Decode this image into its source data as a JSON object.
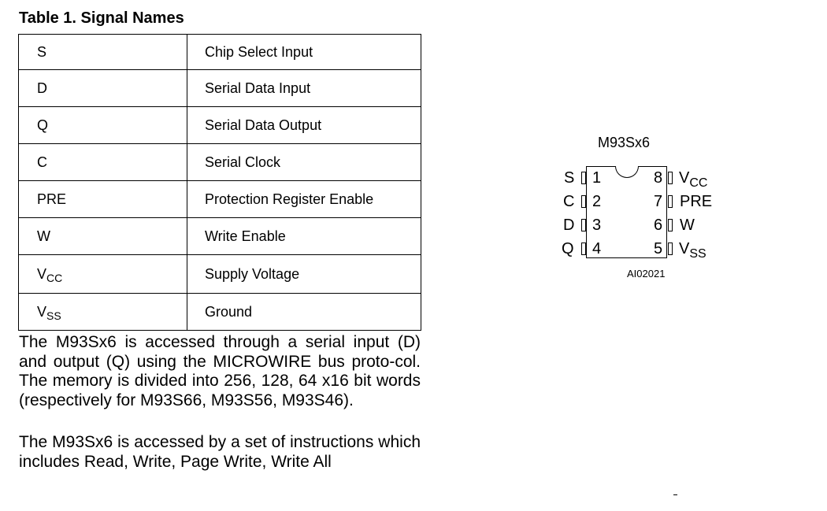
{
  "table": {
    "title": "Table 1. Signal Names",
    "rows": [
      {
        "signal": "S",
        "description": "Chip Select Input"
      },
      {
        "signal": "D",
        "description": "Serial Data Input"
      },
      {
        "signal": "Q",
        "description": "Serial Data Output"
      },
      {
        "signal": "C",
        "description": "Serial Clock"
      },
      {
        "signal": "PRE",
        "description": "Protection Register Enable"
      },
      {
        "signal": "W",
        "description": "Write Enable"
      },
      {
        "signal_main": "V",
        "signal_sub": "CC",
        "description": "Supply Voltage"
      },
      {
        "signal_main": "V",
        "signal_sub": "SS",
        "description": "Ground"
      }
    ]
  },
  "body": {
    "paragraph1": "The M93Sx6 is accessed through a serial input (D) and output (Q) using the MICROWIRE bus proto-col. The memory is divided into 256, 128, 64 x16 bit words (respectively for M93S66, M93S56, M93S46).",
    "paragraph2": "The M93Sx6 is accessed by a set of instructions which includes Read, Write, Page Write, Write All"
  },
  "package": {
    "name": "M93Sx6",
    "figure_code": "AI02021",
    "left_pins": [
      {
        "signal": "S",
        "number": "1"
      },
      {
        "signal": "C",
        "number": "2"
      },
      {
        "signal": "D",
        "number": "3"
      },
      {
        "signal": "Q",
        "number": "4"
      }
    ],
    "right_pins": [
      {
        "number": "8",
        "signal_main": "V",
        "signal_sub": "CC"
      },
      {
        "number": "7",
        "signal": "PRE"
      },
      {
        "number": "6",
        "signal": "W"
      },
      {
        "number": "5",
        "signal_main": "V",
        "signal_sub": "SS"
      }
    ]
  }
}
